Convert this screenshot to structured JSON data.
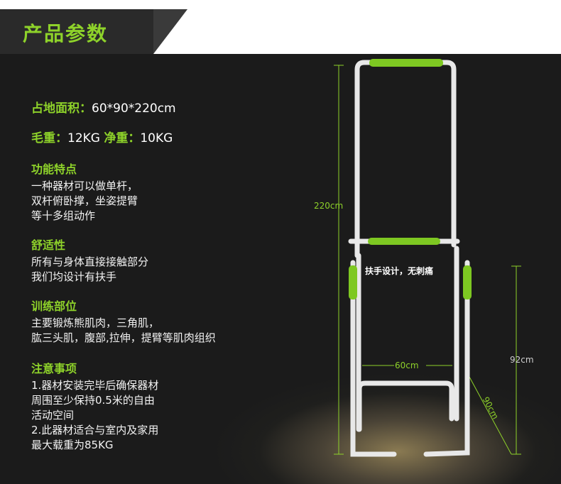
{
  "header": {
    "title": "产品参数"
  },
  "specs": {
    "footprint_label": "占地面积",
    "footprint_value": "60*90*220cm",
    "gross_label": "毛重",
    "gross_value": "12KG",
    "net_label": "净重",
    "net_value": "10KG"
  },
  "sections": [
    {
      "title": "功能特点",
      "lines": [
        "一种器材可以做单杆，",
        "双杆俯卧撑，坐姿提臂",
        "等十多组动作"
      ]
    },
    {
      "title": "舒适性",
      "lines": [
        "所有与身体直接接触部分",
        "我们均设计有扶手"
      ]
    },
    {
      "title": "训练部位",
      "lines": [
        "主要锻炼熊肌肉，三角肌，",
        "肱三头肌，腹部,拉伸，提臂等肌肉组织"
      ]
    },
    {
      "title": "注意事项",
      "lines": [
        "1.器材安装完毕后确保器材",
        "周围至少保持0.5米的自由",
        "活动空间",
        "2.此器材适合与室内及家用",
        "最大载重为85KG"
      ]
    }
  ],
  "dimensions": {
    "height": "220cm",
    "width": "60cm",
    "depth": "90cm",
    "handle_height": "92cm"
  },
  "callout": "扶手设计，无刺痛",
  "colors": {
    "accent": "#8ed22a",
    "panel": "#1c1c1c",
    "header": "#2a2a2a"
  }
}
